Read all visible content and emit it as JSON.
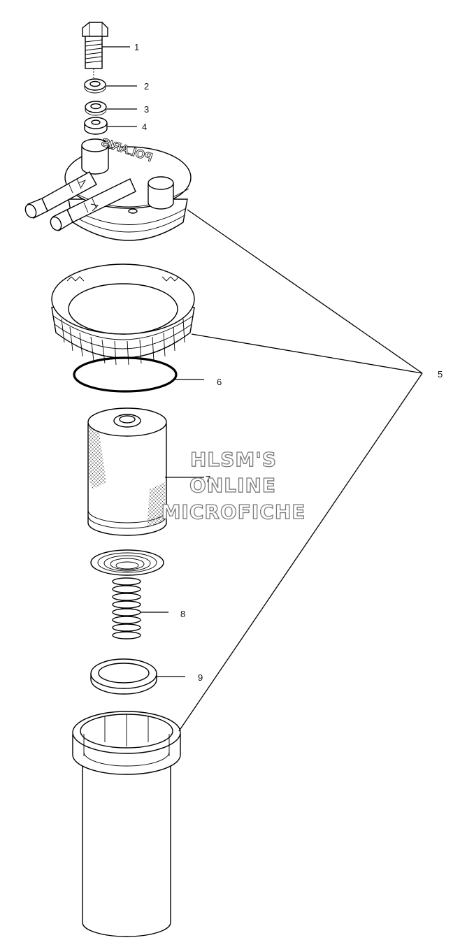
{
  "callouts": {
    "c1": "1",
    "c2": "2",
    "c3": "3",
    "c4": "4",
    "c5": "5",
    "c6": "6",
    "c7": "7",
    "c8": "8",
    "c9": "9"
  },
  "watermark": {
    "line1": "HLSM'S",
    "line2": "ONLINE",
    "line3": "MICROFICHE"
  },
  "cap_logo": "POLARIS"
}
